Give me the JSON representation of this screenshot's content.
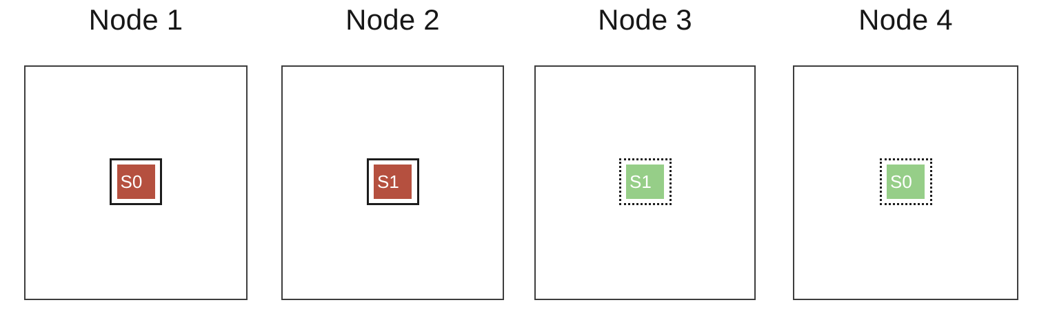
{
  "figure": {
    "background_color": "#ffffff",
    "outer_box_border_color": "#3d3d3d",
    "slot_border_color": "#1c1c1c",
    "badge_text_color": "#ffffff",
    "title_color": "#171717",
    "state_colors": {
      "stale": "#B5503F",
      "fresh": "#96CE88"
    }
  },
  "nodes": [
    {
      "title": "Node 1",
      "slot_border_style": "solid",
      "badge_label": "S0",
      "badge_color": "#B5503F"
    },
    {
      "title": "Node 2",
      "slot_border_style": "solid",
      "badge_label": "S1",
      "badge_color": "#B5503F"
    },
    {
      "title": "Node 3",
      "slot_border_style": "dotted",
      "badge_label": "S1",
      "badge_color": "#96CE88"
    },
    {
      "title": "Node 4",
      "slot_border_style": "dotted",
      "badge_label": "S0",
      "badge_color": "#96CE88"
    }
  ]
}
